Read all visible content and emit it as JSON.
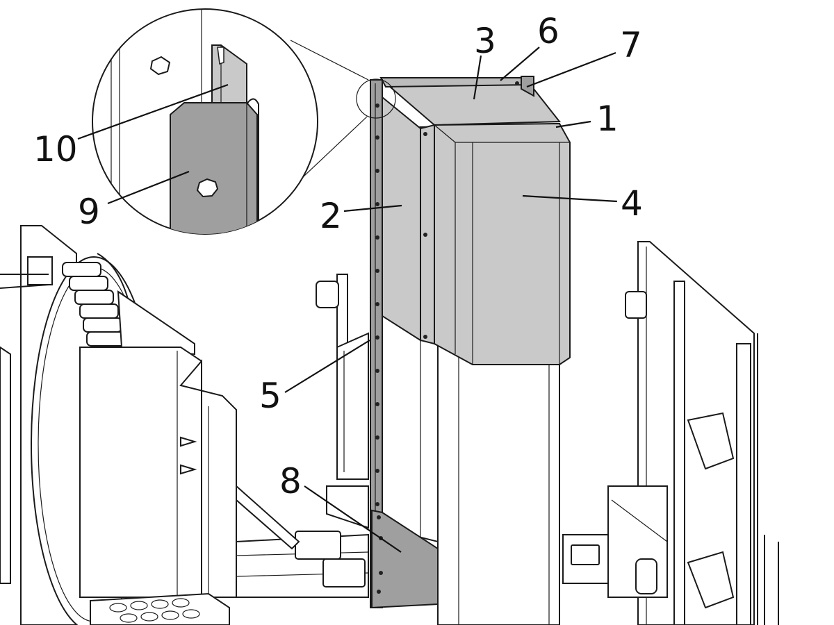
{
  "figure": {
    "callouts": [
      {
        "id": "1",
        "label": "1"
      },
      {
        "id": "2",
        "label": "2"
      },
      {
        "id": "3",
        "label": "3"
      },
      {
        "id": "4",
        "label": "4"
      },
      {
        "id": "5",
        "label": "5"
      },
      {
        "id": "6",
        "label": "6"
      },
      {
        "id": "7",
        "label": "7"
      },
      {
        "id": "8",
        "label": "8"
      },
      {
        "id": "9",
        "label": "9"
      },
      {
        "id": "10",
        "label": "10"
      }
    ]
  },
  "colors": {
    "panel_light": "#c9c9c9",
    "panel_mid": "#bcbcbc",
    "panel_dark": "#9f9f9f",
    "line": "#1a1a1a",
    "background": "#ffffff"
  }
}
